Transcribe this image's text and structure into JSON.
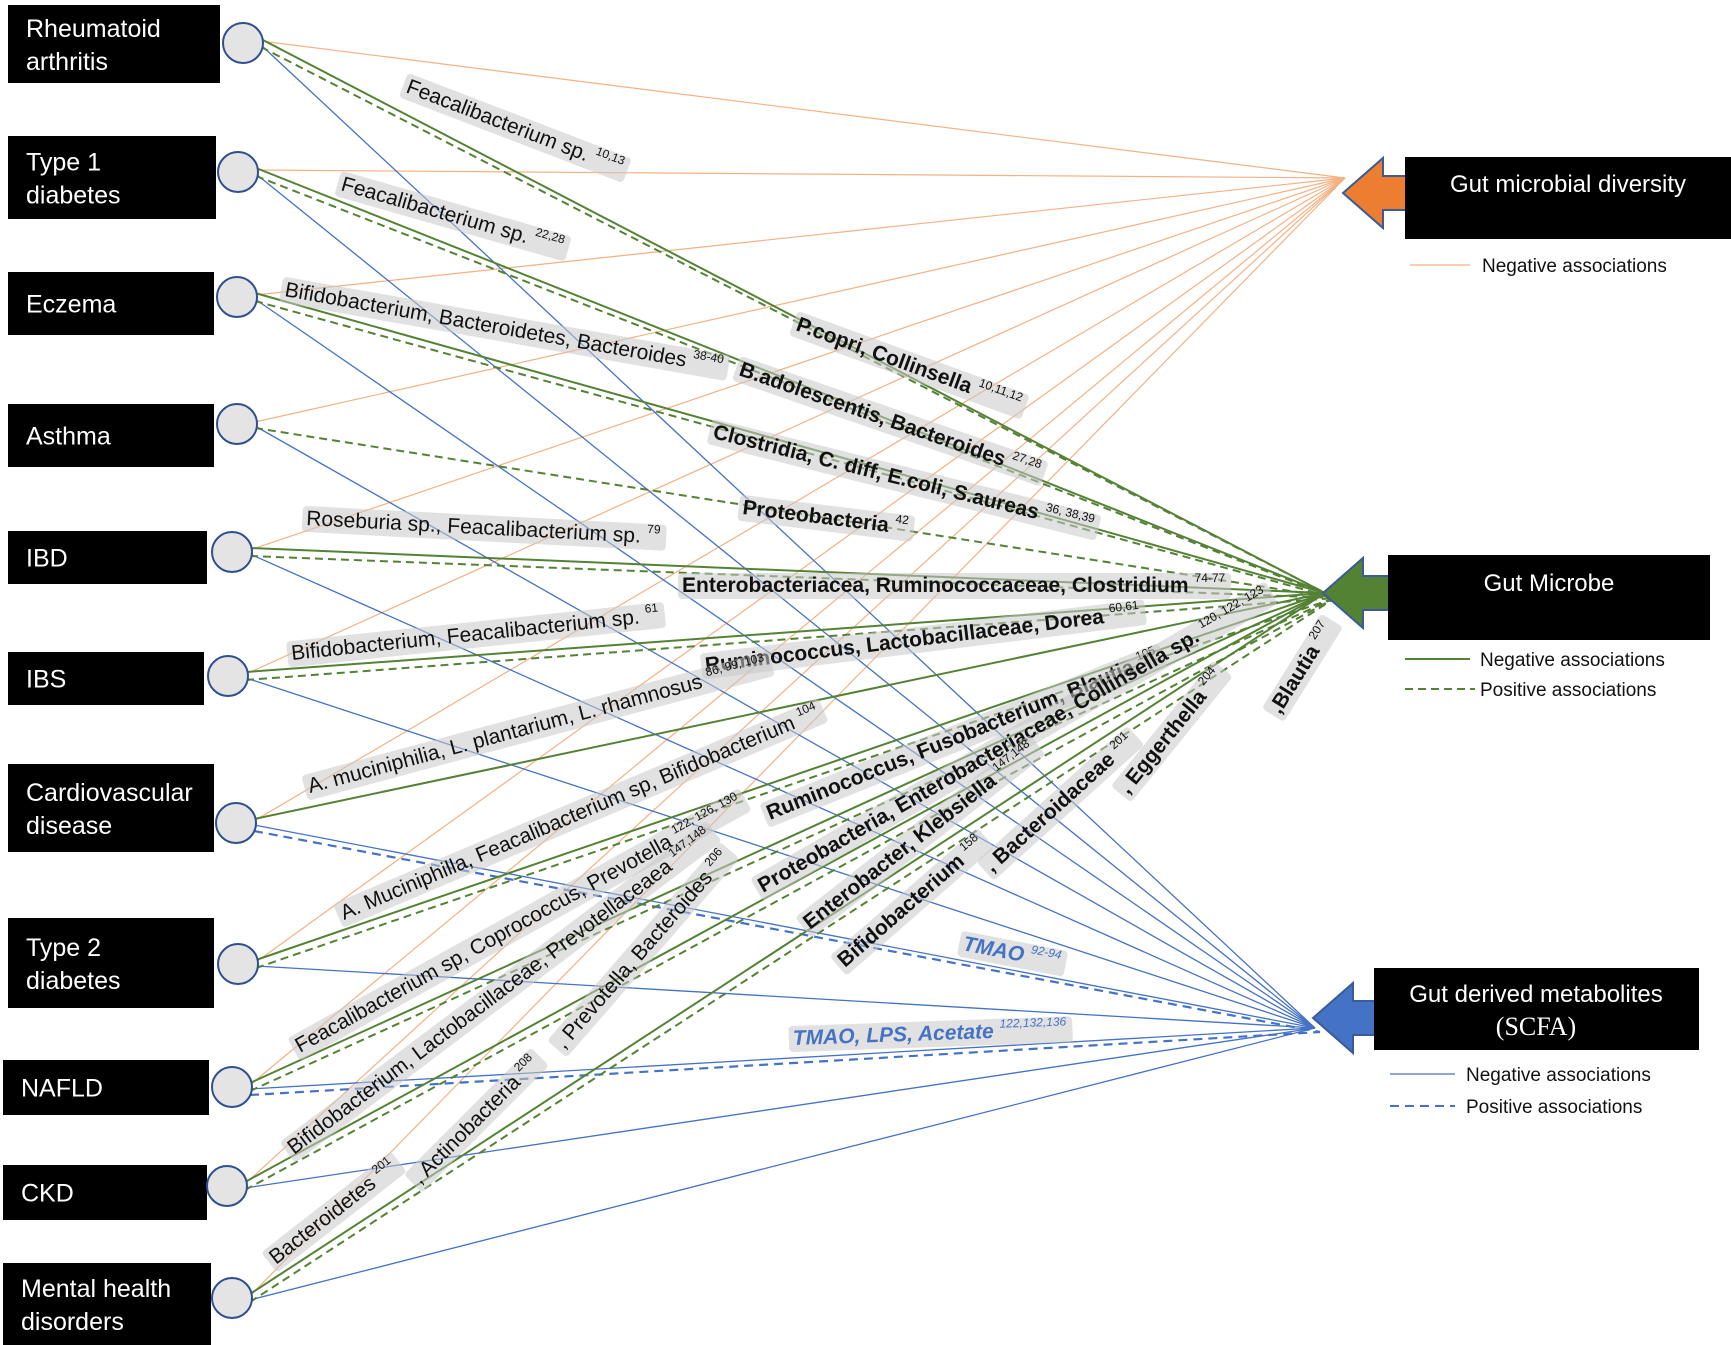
{
  "colors": {
    "diversity": "#ed7d31",
    "microbe": "#548235",
    "metabolite": "#4472c4",
    "diversity_line": "#f4b183",
    "box": "#000000",
    "node_fill": "#e4e4e4",
    "node_stroke": "#2f4f8f"
  },
  "diseases": [
    {
      "id": "ra",
      "lines": [
        "Rheumatoid",
        "arthritis"
      ]
    },
    {
      "id": "t1d",
      "lines": [
        "Type 1",
        "diabetes"
      ]
    },
    {
      "id": "eczema",
      "lines": [
        "Eczema"
      ]
    },
    {
      "id": "asthma",
      "lines": [
        "Asthma"
      ]
    },
    {
      "id": "ibd",
      "lines": [
        "IBD"
      ]
    },
    {
      "id": "ibs",
      "lines": [
        "IBS"
      ]
    },
    {
      "id": "cvd",
      "lines": [
        "Cardiovascular",
        "disease"
      ]
    },
    {
      "id": "t2d",
      "lines": [
        "Type 2",
        "diabetes"
      ]
    },
    {
      "id": "nafld",
      "lines": [
        "NAFLD"
      ]
    },
    {
      "id": "ckd",
      "lines": [
        "CKD"
      ]
    },
    {
      "id": "mental",
      "lines": [
        "Mental health",
        "disorders"
      ]
    }
  ],
  "hubs": {
    "diversity": {
      "label": "Gut microbial diversity",
      "legend": [
        "Negative associations"
      ]
    },
    "microbe": {
      "label": "Gut Microbe",
      "legend": [
        "Negative associations",
        "Positive associations"
      ]
    },
    "metabolite": {
      "label_line1": "Gut derived metabolites",
      "label_line2": "(SCFA)",
      "legend": [
        "Negative associations",
        "Positive associations"
      ]
    }
  },
  "connections": {
    "diversity_negative": [
      "ra",
      "t1d",
      "eczema",
      "asthma",
      "ibd",
      "ibs",
      "cvd",
      "t2d",
      "nafld",
      "ckd",
      "mental"
    ],
    "microbe_negative": [
      "ra",
      "t1d",
      "eczema",
      "ibd",
      "ibs",
      "cvd",
      "t2d",
      "nafld",
      "ckd",
      "mental"
    ],
    "microbe_positive": [
      "ra",
      "t1d",
      "eczema",
      "asthma",
      "ibd",
      "ibs",
      "t2d",
      "nafld",
      "ckd",
      "mental"
    ],
    "metabolite_negative": [
      "ra",
      "t1d",
      "eczema",
      "asthma",
      "ibd",
      "ibs",
      "cvd",
      "t2d",
      "nafld",
      "ckd",
      "mental"
    ],
    "metabolite_positive": [
      "cvd",
      "nafld"
    ]
  },
  "annotations": [
    {
      "id": "a1",
      "text": "Feacalibacterium sp.",
      "sup": "10,13",
      "bold": false,
      "blue": false
    },
    {
      "id": "a2",
      "text": "Feacalibacterium sp.",
      "sup": "22,28",
      "bold": false,
      "blue": false
    },
    {
      "id": "a3",
      "text": "Bifidobacterium, Bacteroidetes, Bacteroides",
      "sup": "38-40",
      "bold": false,
      "blue": false
    },
    {
      "id": "a4",
      "text": "P.copri, Collinsella",
      "sup": "10,11,12",
      "bold": true,
      "blue": false
    },
    {
      "id": "a5",
      "text": "B.adolescentis, Bacteroides",
      "sup": "27,28",
      "bold": true,
      "blue": false
    },
    {
      "id": "a6",
      "text": "Clostridia, C. diff, E.coli, S.aureas",
      "sup": "36, 38,39",
      "bold": true,
      "blue": false
    },
    {
      "id": "a7",
      "text": "Proteobacteria",
      "sup": "42",
      "bold": true,
      "blue": false
    },
    {
      "id": "a8",
      "text": "Roseburia sp., Feacalibacterium sp.",
      "sup": "79",
      "bold": false,
      "blue": false
    },
    {
      "id": "a9",
      "text": "Enterobacteriacea, Ruminococcaceae, Clostridium",
      "sup": "74-77",
      "bold": true,
      "blue": false
    },
    {
      "id": "a10",
      "text": "Bifidobacterium, Feacalibacterium sp.",
      "sup": "61",
      "bold": false,
      "blue": false
    },
    {
      "id": "a11",
      "text": "Ruminococcus, Lactobacillaceae, Dorea",
      "sup": "60,61",
      "bold": true,
      "blue": false
    },
    {
      "id": "a12",
      "text": "A. muciniphilia, L. plantarium, L. rhamnosus",
      "sup": "86, 99, 103",
      "bold": false,
      "blue": false
    },
    {
      "id": "a13",
      "text": "A.    Muciniphilla, Feacalibacterium sp, Bifidobacterium",
      "sup": "104",
      "bold": false,
      "blue": false
    },
    {
      "id": "a14",
      "text": "Ruminococcus, Fusobacterium, Blautia",
      "sup": "105",
      "bold": true,
      "blue": false
    },
    {
      "id": "a15",
      "text": "Feacalibacterium sp, Coprococcus, Prevotella",
      "sup": "122, 126, 130",
      "bold": false,
      "blue": false
    },
    {
      "id": "a16",
      "text": "Proteobacteria, Enterobacteriaceae, Collinsella sp.",
      "sup": "120, 122, 123",
      "bold": true,
      "blue": false
    },
    {
      "id": "a17",
      "text": "Enterobacter, Klebsiella",
      "sup": "147,148",
      "bold": true,
      "blue": false
    },
    {
      "id": "a18",
      "text": "Bifidobacterium, Lactobacillaceae, Prevotellaceaea",
      "sup": "147,148",
      "bold": false,
      "blue": false
    },
    {
      "id": "a19",
      "text": "Bacteroidetes",
      "sup": "201",
      "bold": false,
      "blue": false
    },
    {
      "id": "a20",
      "text": ", Actinobacteria",
      "sup": "208",
      "bold": false,
      "blue": false
    },
    {
      "id": "a21",
      "text": ", Prevotella, Bacteroides",
      "sup": "206",
      "bold": false,
      "blue": false
    },
    {
      "id": "a22",
      "text": "Bifidobacterium",
      "sup": "158",
      "bold": true,
      "blue": false
    },
    {
      "id": "a23",
      "text": ", Bacteroidaceae",
      "sup": "201",
      "bold": true,
      "blue": false
    },
    {
      "id": "a24",
      "text": ", Eggerthella",
      "sup": "204",
      "bold": true,
      "blue": false
    },
    {
      "id": "a25",
      "text": ",Blautia",
      "sup": "207",
      "bold": true,
      "blue": false
    },
    {
      "id": "a26",
      "text": "TMAO",
      "sup": "92-94",
      "bold": true,
      "blue": true
    },
    {
      "id": "a27",
      "text": "TMAO, LPS, Acetate",
      "sup": "122,132,136",
      "bold": true,
      "blue": true
    }
  ]
}
